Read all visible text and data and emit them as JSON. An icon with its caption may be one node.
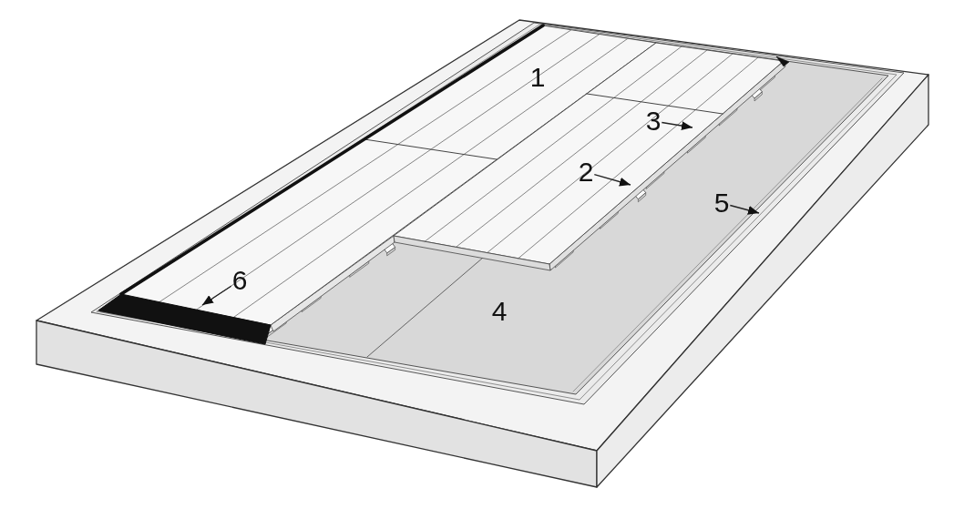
{
  "diagram": {
    "nodes": [
      {
        "text": [
          "3"
        ]
      },
      {
        "text": [
          "2"
        ]
      },
      {
        "text": [
          "5"
        ]
      },
      {
        "text": [
          "6"
        ]
      }
    ],
    "edges": [
      {
        "from": 0,
        "to": null,
        "arrow": "to"
      },
      {
        "from": 1,
        "to": null,
        "arrow": "to"
      },
      {
        "from": 2,
        "to": null,
        "arrow": "to"
      },
      {
        "from": 3,
        "to": null,
        "arrow": "to"
      }
    ],
    "labels": [
      "1",
      "4"
    ]
  }
}
